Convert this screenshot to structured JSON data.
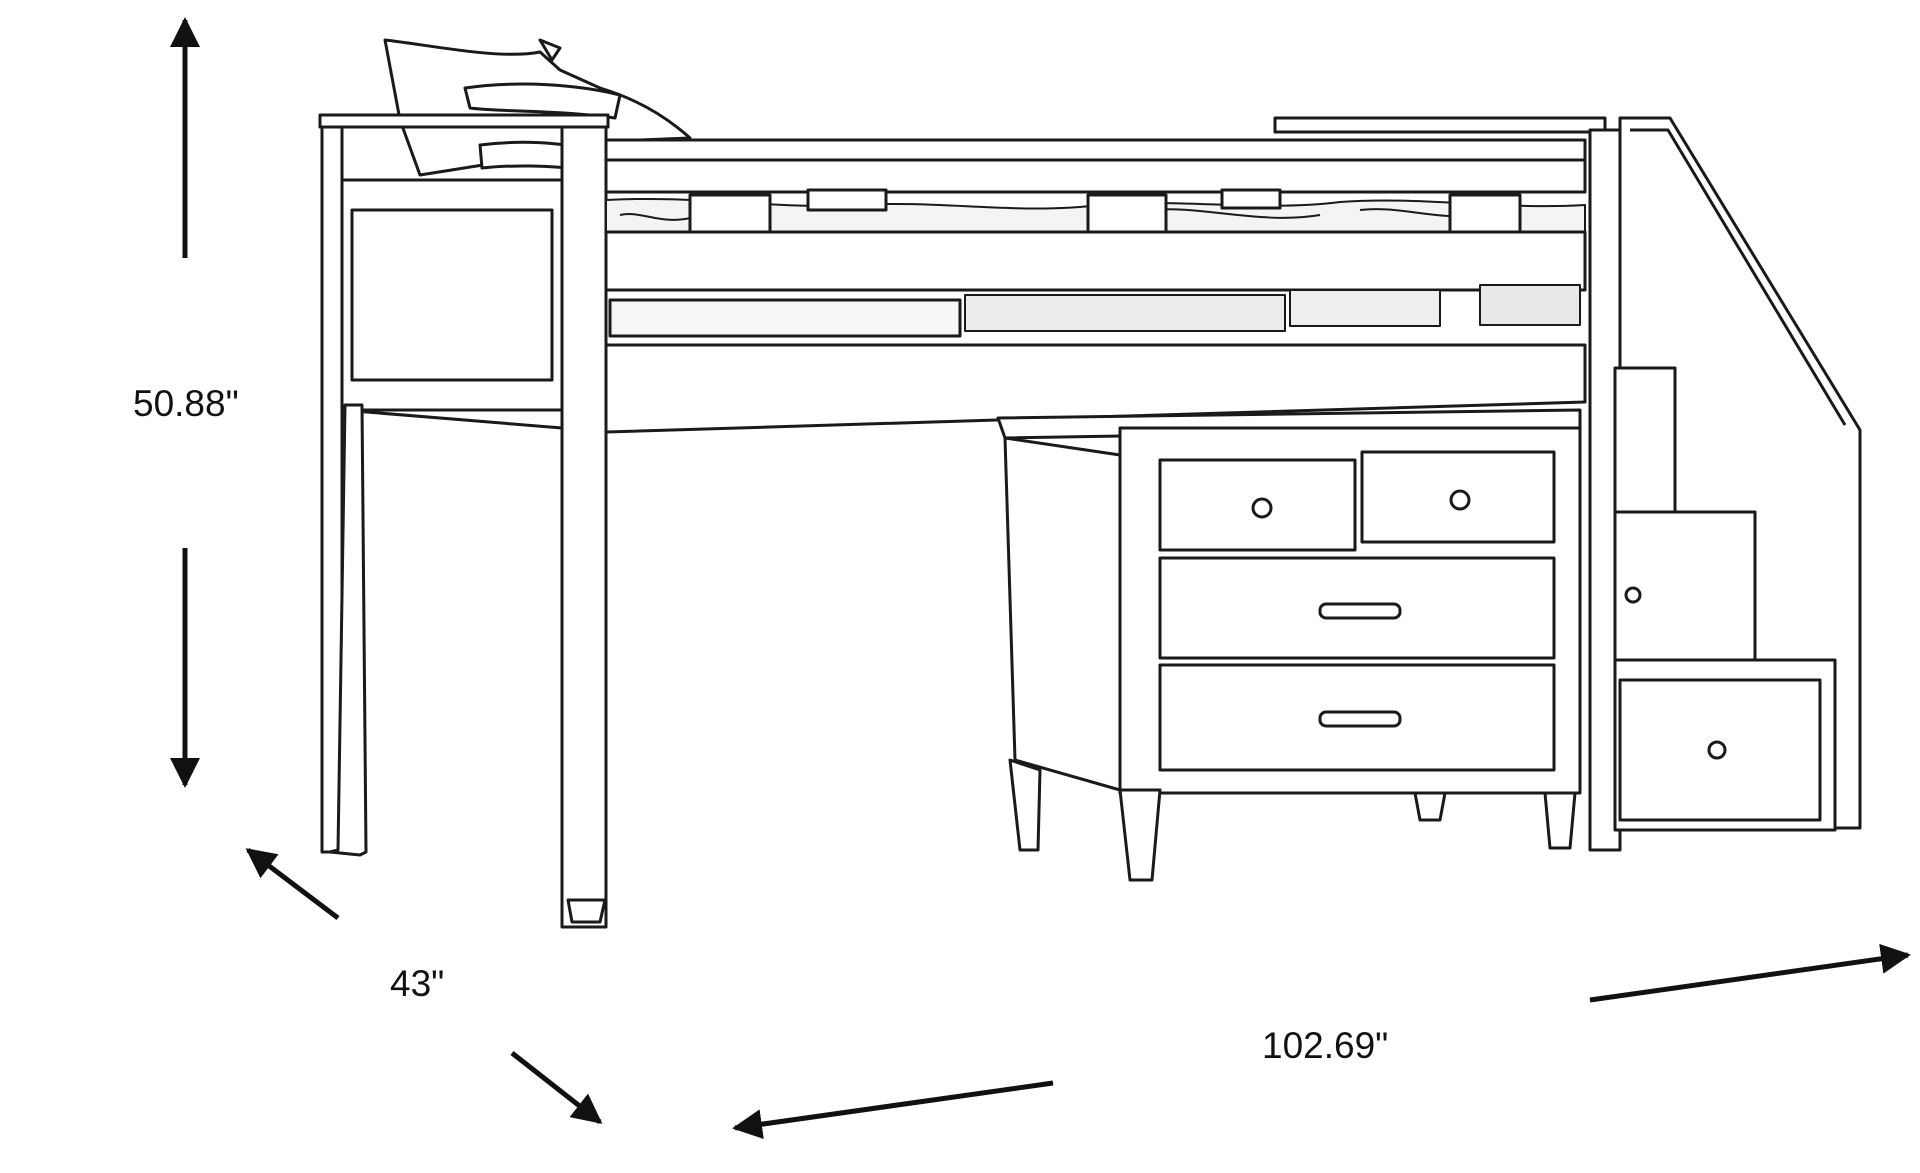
{
  "dimensions": {
    "height": "50.88\"",
    "depth": "43\"",
    "width": "102.69\""
  },
  "colors": {
    "line": "#1a1a1a",
    "background": "#ffffff"
  }
}
